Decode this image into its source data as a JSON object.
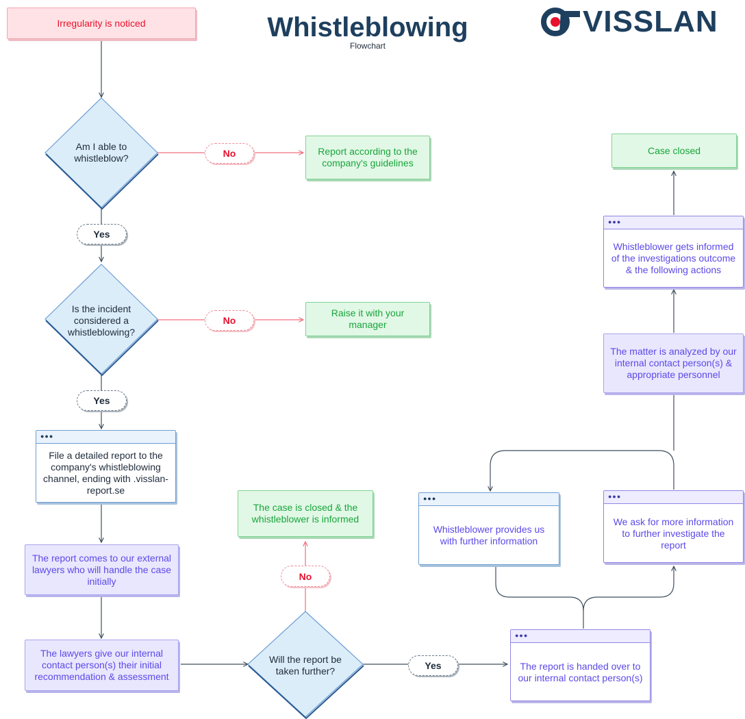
{
  "header": {
    "title": "Whistleblowing",
    "subtitle": "Flowchart",
    "logo_text": "VISSLAN"
  },
  "nodes": {
    "irregularity": "Irregularity is noticed",
    "able_to_whistleblow": "Am I able to whistleblow?",
    "report_guidelines": "Report according to the company's guidelines",
    "considered_whistleblowing": "Is the incident considered a whistleblowing?",
    "raise_manager": "Raise it with your manager",
    "file_report": "File a detailed report to the company's whistleblowing channel, ending with .visslan-report.se",
    "external_lawyers": "The report comes to our external lawyers who will handle the case initially",
    "lawyers_recommendation": "The lawyers give our internal contact person(s) their initial recommendation & assessment",
    "taken_further": "Will the report be taken further?",
    "case_closed_informed": "The case is closed & the whistleblower is informed",
    "handed_over": "The report is handed over to our internal contact person(s)",
    "provides_info": "Whistleblower provides us with further information",
    "ask_more_info": "We ask for more information to further investigate the report",
    "matter_analyzed": "The matter is analyzed by our internal contact person(s) & appropriate personnel",
    "gets_informed": "Whistleblower gets informed of the investigations outcome & the following actions",
    "case_closed": "Case closed"
  },
  "labels": {
    "no": "No",
    "yes": "Yes"
  },
  "window_dots": "●●●",
  "colors": {
    "red_accent": "#e8112d",
    "green_accent": "#17a53b",
    "purple_accent": "#5b49e8",
    "navy": "#1e2b3a",
    "diamond_fill": "#dcedfa",
    "connector": "#3f4e5c",
    "no_connector": "#f06d7d"
  },
  "icons": {
    "logo": "visslan-logo-icon",
    "window_controls": "window-dots-icon",
    "arrowhead": "arrowhead-icon"
  }
}
